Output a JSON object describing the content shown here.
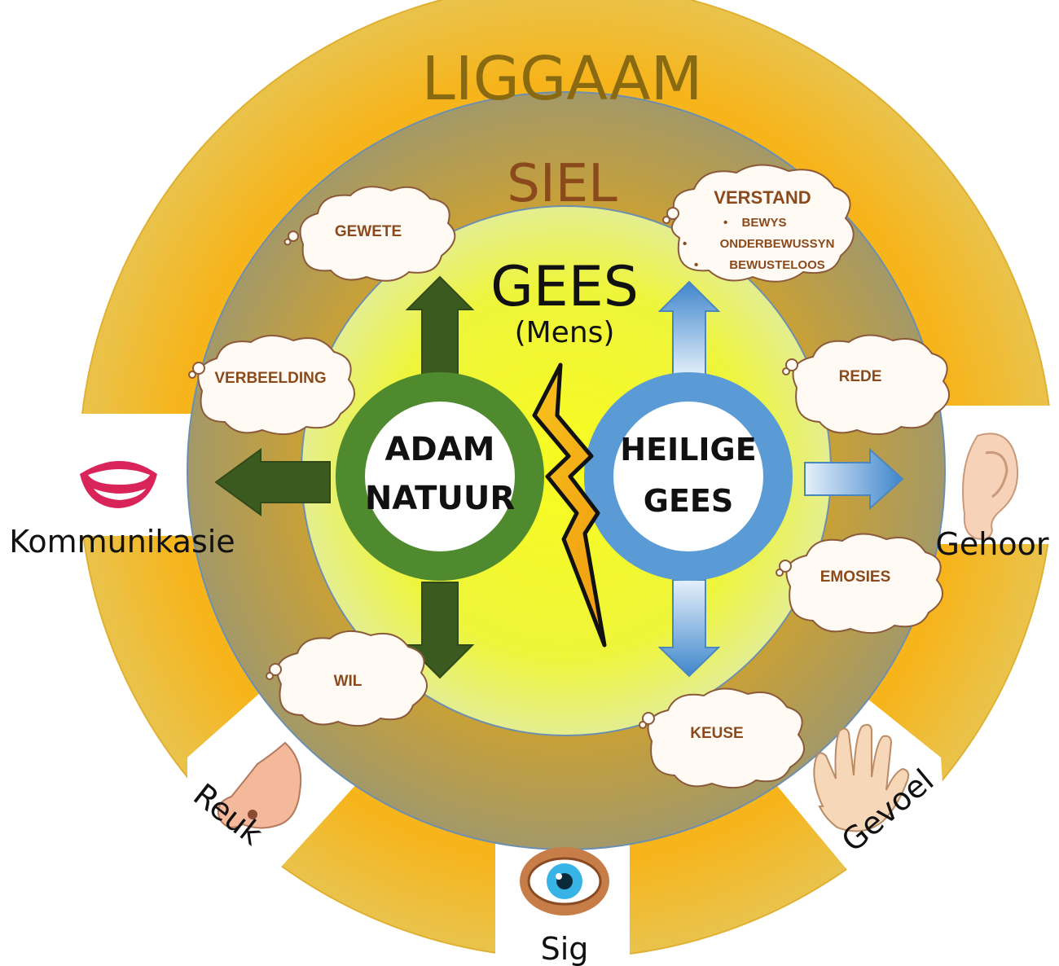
{
  "outer_ring": {
    "label": "LIGGAAM"
  },
  "middle_ring": {
    "label": "SIEL"
  },
  "core": {
    "title": "GEES",
    "subtitle": "(Mens)"
  },
  "left_circle": {
    "line1": "ADAM",
    "line2": "NATUUR"
  },
  "right_circle": {
    "line1": "HEILIGE",
    "line2": "GEES"
  },
  "thoughts": {
    "gewete": "GEWETE",
    "verbeelding": "VERBEELDING",
    "wil": "WIL",
    "verstand": {
      "title": "VERSTAND",
      "items": [
        "BEWYS",
        "ONDERBEWUSSYN",
        "BEWUSTELOOS"
      ]
    },
    "rede": "REDE",
    "emosies": "EMOSIES",
    "keuse": "KEUSE"
  },
  "senses": {
    "kommunikasie": "Kommunikasie",
    "gehoor": "Gehoor",
    "reuk": "Reuk",
    "sig": "Sig",
    "gevoel": "Gevoel"
  },
  "colors": {
    "outer_ring": "#f5b81c",
    "soul_ring": "#b39a55",
    "spirit_center": "#f4f718",
    "adam_ring": "#4f8a2f",
    "holy_ring": "#5b9bd5",
    "liggaam_text": "#8a6a10",
    "siel_text": "#8b4a1c",
    "thought_text": "#8b4a1c"
  }
}
